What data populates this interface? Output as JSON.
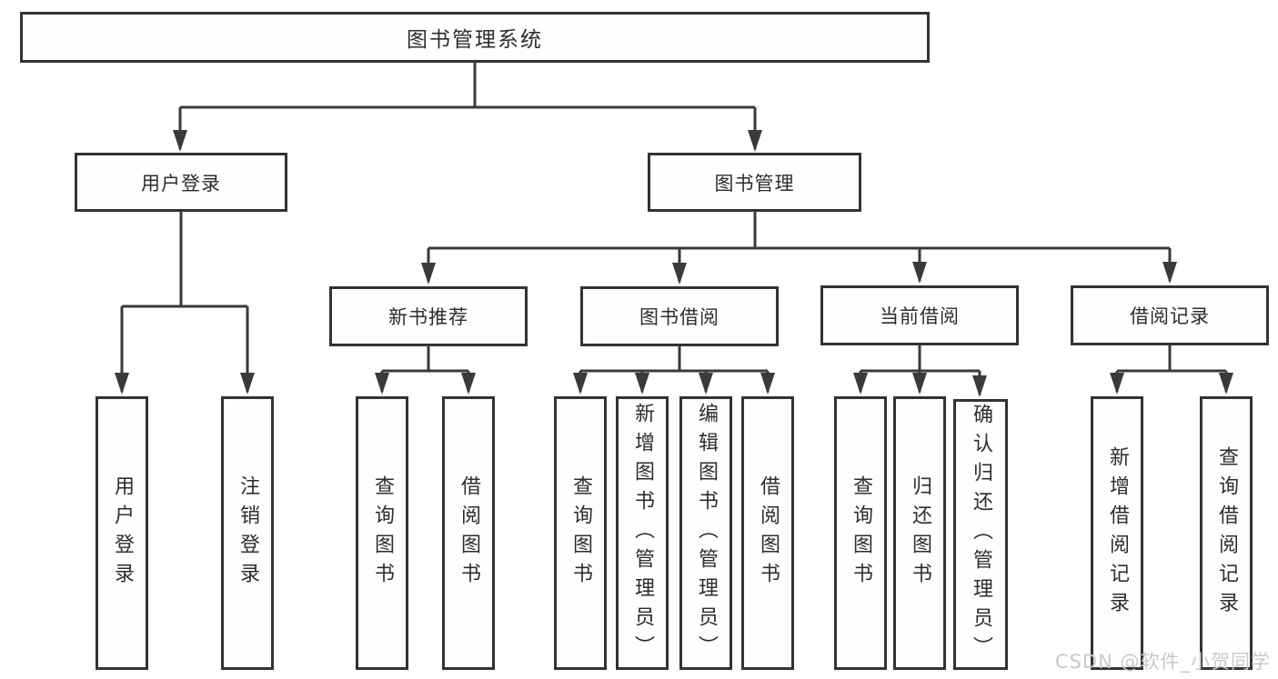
{
  "diagram": {
    "type": "hierarchy-flowchart",
    "title": "图书管理系统",
    "nodes": {
      "root": "图书管理系统",
      "user_login": "用户登录",
      "book_mgmt": "图书管理",
      "new_book_rec": "新书推荐",
      "book_borrow": "图书借阅",
      "current_borrow": "当前借阅",
      "borrow_records": "借阅记录",
      "ul_login": "用户登录",
      "ul_logout": "注销登录",
      "nb_query": "查询图书",
      "nb_borrow": "借阅图书",
      "bb_query": "查询图书",
      "bb_add": "新增图书（管理员）",
      "bb_edit": "编辑图书（管理员）",
      "bb_borrow": "借阅图书",
      "cb_query": "查询图书",
      "cb_return": "归还图书",
      "cb_confirm": "确认归还（管理员）",
      "br_add": "新增借阅记录",
      "br_query": "查询借阅记录"
    },
    "edges": [
      [
        "root",
        "user_login"
      ],
      [
        "root",
        "book_mgmt"
      ],
      [
        "user_login",
        "ul_login"
      ],
      [
        "user_login",
        "ul_logout"
      ],
      [
        "book_mgmt",
        "new_book_rec"
      ],
      [
        "book_mgmt",
        "book_borrow"
      ],
      [
        "book_mgmt",
        "current_borrow"
      ],
      [
        "book_mgmt",
        "borrow_records"
      ],
      [
        "new_book_rec",
        "nb_query"
      ],
      [
        "new_book_rec",
        "nb_borrow"
      ],
      [
        "book_borrow",
        "bb_query"
      ],
      [
        "book_borrow",
        "bb_add"
      ],
      [
        "book_borrow",
        "bb_edit"
      ],
      [
        "book_borrow",
        "bb_borrow"
      ],
      [
        "current_borrow",
        "cb_query"
      ],
      [
        "current_borrow",
        "cb_return"
      ],
      [
        "current_borrow",
        "cb_confirm"
      ],
      [
        "borrow_records",
        "br_add"
      ],
      [
        "borrow_records",
        "br_query"
      ]
    ],
    "watermark": "CSDN @软件_小贺同学",
    "colors": {
      "line": "#3a3a3a",
      "border": "#333333",
      "text": "#2d2d2d",
      "watermark": "#c9c9c9",
      "background": "#ffffff"
    }
  }
}
